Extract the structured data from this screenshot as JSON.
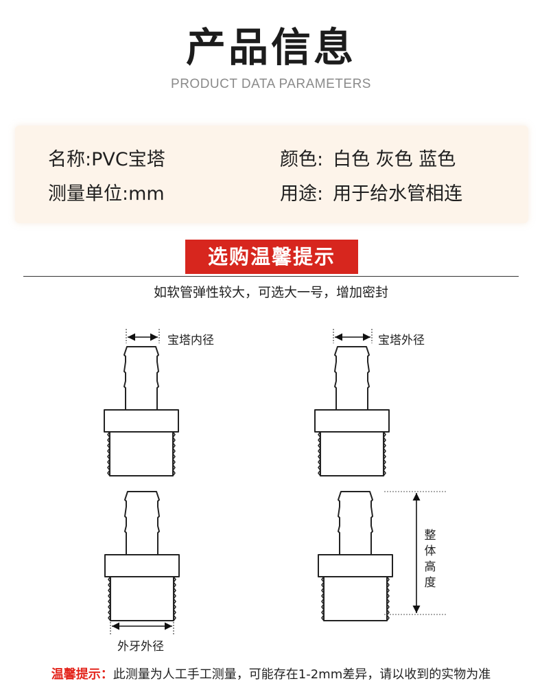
{
  "header": {
    "title": "产品信息",
    "subtitle": "PRODUCT DATA PARAMETERS"
  },
  "info": {
    "name_label": "名称:",
    "name_value": "PVC宝塔",
    "color_label": "颜色:",
    "color_value": "白色 灰色  蓝色",
    "unit_label": "测量单位:",
    "unit_value": "mm",
    "use_label": "用途:",
    "use_value": "用于给水管相连"
  },
  "tips": {
    "badge": "选购温馨提示",
    "line": "如软管弹性较大，可选大一号，增加密封"
  },
  "diagram": {
    "inner_diameter": "宝塔内径",
    "outer_diameter": "宝塔外径",
    "thread_outer_diameter": "外牙外径",
    "total_height": "整体高度"
  },
  "footer": {
    "warn": "温馨提示：",
    "text": "此测量为人工手工测量，可能存在1-2mm差异，请以收到的实物为准"
  },
  "colors": {
    "accent_orange": "#f0901e",
    "badge_red": "#d7261e",
    "info_bg": "#fdf4ea"
  }
}
